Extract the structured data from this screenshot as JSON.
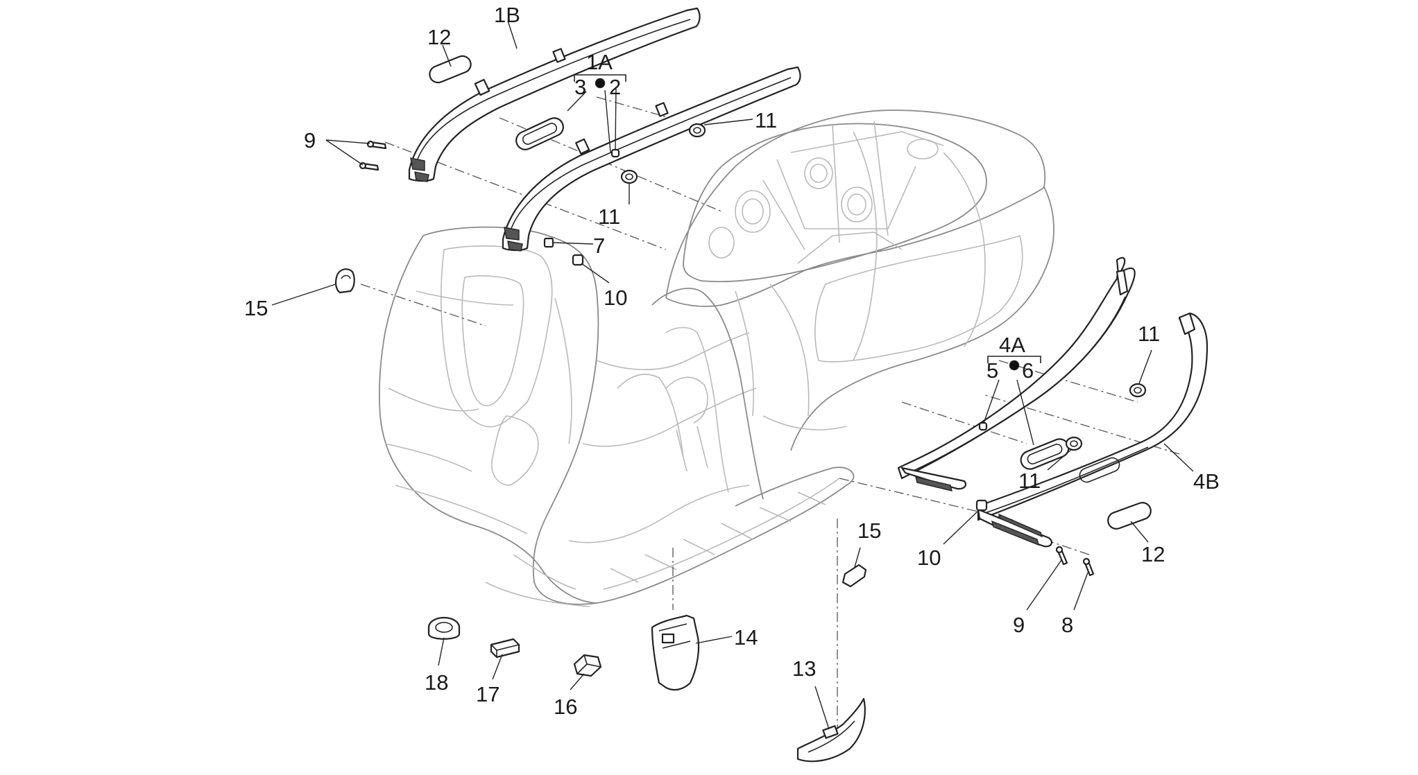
{
  "callouts": {
    "c1B": "1B",
    "c12a": "12",
    "c1A": "1A",
    "c3": "3",
    "c2": "2",
    "c9a": "9",
    "c11a": "11",
    "c11b": "11",
    "c7": "7",
    "c10a": "10",
    "c15a": "15",
    "c4A": "4A",
    "c5": "5",
    "c6": "6",
    "c11c": "11",
    "c11d": "11",
    "c4B": "4B",
    "c12b": "12",
    "c15b": "15",
    "c10b": "10",
    "c9b": "9",
    "c8": "8",
    "c14": "14",
    "c13": "13",
    "c18": "18",
    "c17": "17",
    "c16": "16"
  },
  "colors": {
    "ink": "#222222",
    "body_outline": "#b9b9b9",
    "background": "#ffffff"
  }
}
